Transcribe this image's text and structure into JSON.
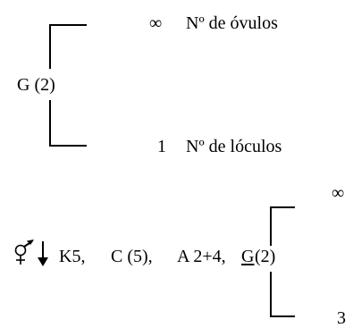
{
  "diagram1": {
    "top_right": {
      "symbol": "∞",
      "label": "Nº de óvulos"
    },
    "left_label": "G (2)",
    "bottom_right": {
      "number": "1",
      "label": "Nº de lóculos"
    }
  },
  "formula": {
    "parts": {
      "k": "K5,",
      "c": "C (5),",
      "a": "A 2+4,",
      "g_letter": "G",
      "g_rest": " (2)"
    },
    "top_symbol": "∞",
    "bottom_number": "3"
  }
}
